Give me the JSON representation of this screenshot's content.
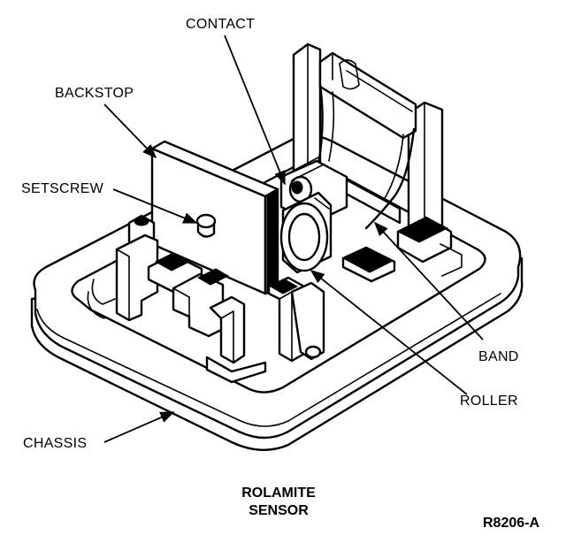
{
  "labels": {
    "contact": "CONTACT",
    "backstop": "BACKSTOP",
    "setscrew": "SETSCREW",
    "band": "BAND",
    "roller": "ROLLER",
    "chassis": "CHASSIS"
  },
  "caption": {
    "line1": "ROLAMITE",
    "line2": "SENSOR"
  },
  "figure_number": "R8206-A"
}
